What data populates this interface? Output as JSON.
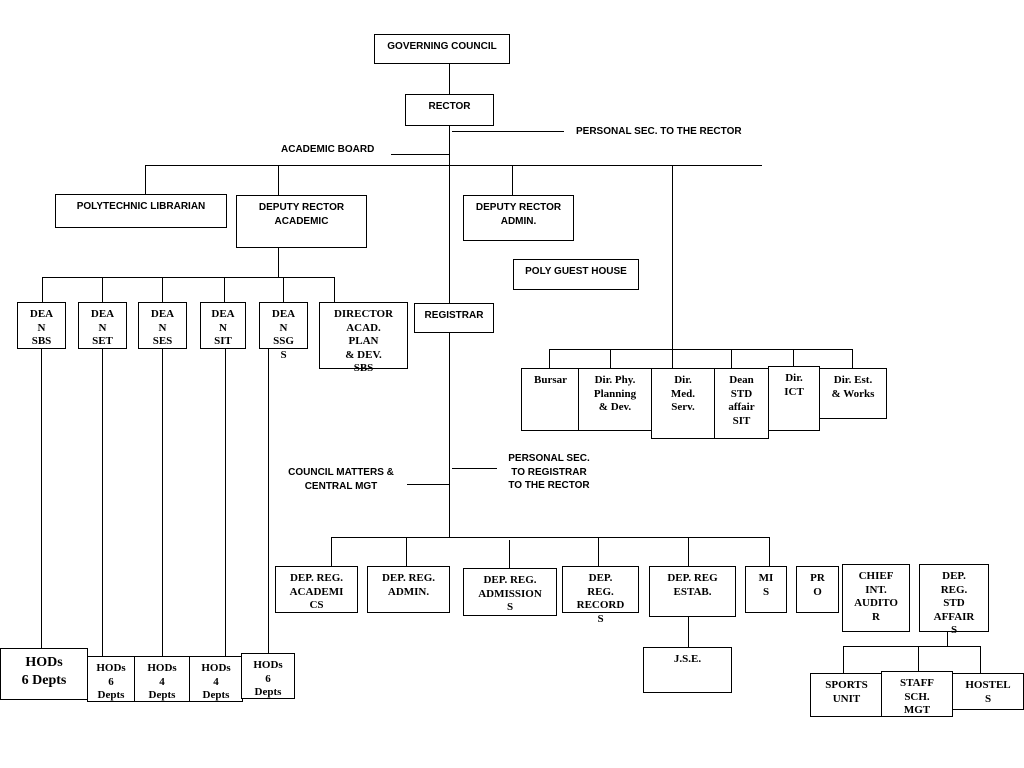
{
  "nodes": {
    "governing_council": "GOVERNING COUNCIL",
    "rector": "RECTOR",
    "polytechnic_librarian": "POLYTECHNIC LIBRARIAN",
    "deputy_rector_academic": "DEPUTY RECTOR\nACADEMIC",
    "deputy_rector_admin": "DEPUTY RECTOR\nADMIN.",
    "poly_guest_house": "POLY GUEST HOUSE",
    "dean_sbs": "DEA\nN\nSBS",
    "dean_set": "DEA\nN\nSET",
    "dean_ses": "DEA\nN\nSES",
    "dean_sit": "DEA\nN\nSIT",
    "dean_ssgs": "DEA\nN\nSSG\nS",
    "director_acad_plan": "DIRECTOR\nACAD.\nPLAN\n& DEV.\nSBS",
    "registrar": "REGISTRAR",
    "bursar": "Bursar",
    "dir_phy_planning": "Dir. Phy.\nPlanning\n& Dev.",
    "dir_med_serv": "Dir.\nMed.\nServ.",
    "dean_std_affair": "Dean\nSTD\naffair\nSIT",
    "dir_ict": "Dir.\nICT",
    "dir_est_works": "Dir. Est.\n& Works",
    "dep_reg_academics": "DEP. REG.\nACADEMI\nCS",
    "dep_reg_admin": "DEP. REG.\nADMIN.",
    "dep_reg_admissions": "DEP. REG.\nADMISSION\nS",
    "dep_reg_records": "DEP.\nREG.\nRECORD\nS",
    "dep_reg_estab": "DEP. REG\nESTAB.",
    "mis": "MI\nS",
    "pro": "PR\nO",
    "chief_int_auditor": "CHIEF\nINT.\nAUDITO\nR",
    "dep_reg_std_affairs": "DEP.\nREG.\nSTD\nAFFAIR\nS",
    "jse": "J.S.E.",
    "sports_unit": "SPORTS\nUNIT",
    "staff_sch_mgt": "STAFF\nSCH.\nMGT",
    "hostels": "HOSTEL\nS",
    "hods_sbs": "HODs\n6 Depts",
    "hods_set": "HODs\n6\nDepts",
    "hods_ses": "HODs\n4\nDepts",
    "hods_sit": "HODs\n4\nDepts",
    "hods_ssgs": "HODs\n6\nDepts"
  },
  "labels": {
    "personal_sec_rector": "PERSONAL SEC. TO THE RECTOR",
    "academic_board": "ACADEMIC BOARD",
    "personal_sec_registrar": "PERSONAL SEC.\nTO REGISTRAR\nTO THE RECTOR",
    "council_matters": "COUNCIL MATTERS &\nCENTRAL MGT"
  }
}
